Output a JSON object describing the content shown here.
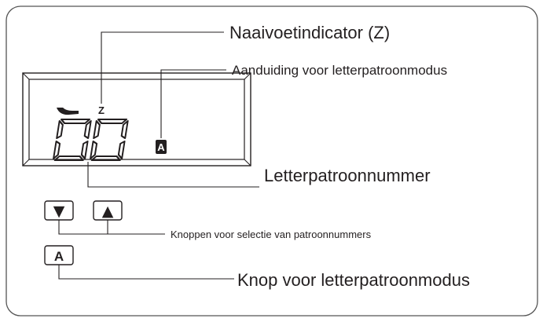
{
  "labels": {
    "presser_foot_indicator": "Naaivoetindicator (Z)",
    "letter_mode_indicator": "Aanduiding voor letterpatroonmodus",
    "pattern_number": "Letterpatroonnummer",
    "selection_buttons": "Knoppen voor selectie van patroonnummers",
    "letter_mode_button": "Knop voor letterpatroonmodus"
  },
  "display": {
    "presser_foot_code": "Z",
    "pattern_number_value": "00",
    "mode_badge": "A"
  },
  "buttons": {
    "down_symbol": "▼",
    "up_symbol": "▲",
    "mode_key": "A"
  },
  "icons": {
    "presser_foot": "presser-foot-icon",
    "down": "triangle-down-icon",
    "up": "triangle-up-icon"
  },
  "colors": {
    "ink": "#231f20",
    "frame": "#555555",
    "background": "#ffffff"
  }
}
